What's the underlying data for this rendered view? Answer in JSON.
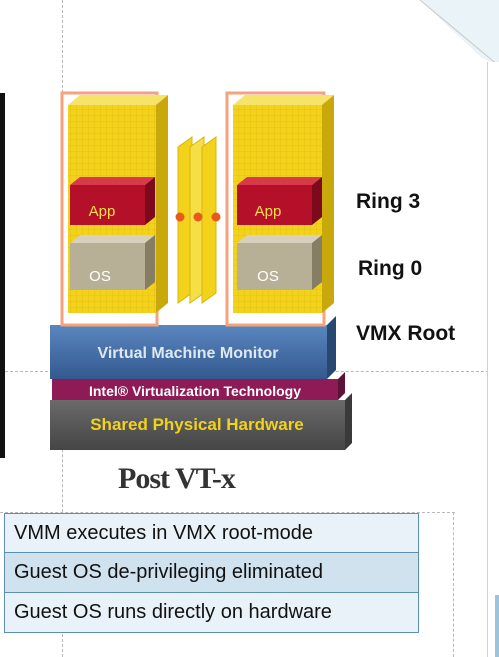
{
  "diagram": {
    "vm_left": {
      "app_label": "App",
      "os_label": "OS"
    },
    "vm_right": {
      "app_label": "App",
      "os_label": "OS"
    },
    "rings": [
      {
        "label": "Ring 3"
      },
      {
        "label": "Ring 0"
      },
      {
        "label": "VMX Root"
      }
    ],
    "layers": {
      "vmm": "Virtual Machine Monitor",
      "vt": "Intel® Virtualization Technology",
      "hw": "Shared Physical Hardware"
    },
    "caption": "Post VT-x",
    "colors": {
      "vm_yellow": "#f2d21a",
      "vm_outline": "#f4a37c",
      "app_red": "#b5102a",
      "os_gray": "#b8b096",
      "vmm_blue": "#3f6aa6",
      "vt_maroon": "#8e1b55",
      "hw_gray": "#5a5a5a",
      "dots_orange": "#e85a1a"
    }
  },
  "table": {
    "rows": [
      {
        "text": "VMM executes in VMX root-mode"
      },
      {
        "text": "Guest OS de-privileging eliminated"
      },
      {
        "text": "Guest OS runs directly on hardware"
      }
    ]
  }
}
